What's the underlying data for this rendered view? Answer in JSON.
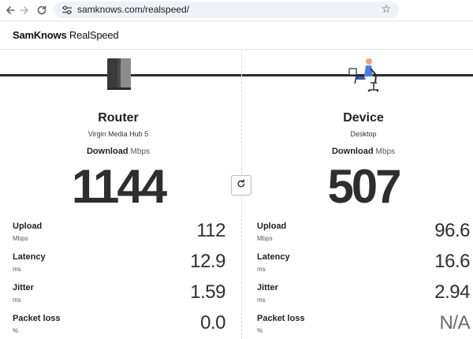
{
  "browser": {
    "url": "samknows.com/realspeed/"
  },
  "brand": {
    "name_bold": "SamKnows",
    "name_light": "RealSpeed"
  },
  "router": {
    "title": "Router",
    "subtitle": "Virgin Media Hub 5",
    "download_label": "Download",
    "download_unit": "Mbps",
    "download_value": "1144",
    "metrics": [
      {
        "label": "Upload",
        "unit": "Mbps",
        "value": "112"
      },
      {
        "label": "Latency",
        "unit": "ms",
        "value": "12.9"
      },
      {
        "label": "Jitter",
        "unit": "ms",
        "value": "1.59"
      },
      {
        "label": "Packet loss",
        "unit": "%",
        "value": "0.0"
      }
    ]
  },
  "device": {
    "title": "Device",
    "subtitle": "Desktop",
    "download_label": "Download",
    "download_unit": "Mbps",
    "download_value": "507",
    "metrics": [
      {
        "label": "Upload",
        "unit": "Mbps",
        "value": "96.6"
      },
      {
        "label": "Latency",
        "unit": "ms",
        "value": "16.6"
      },
      {
        "label": "Jitter",
        "unit": "ms",
        "value": "2.94"
      },
      {
        "label": "Packet loss",
        "unit": "%",
        "value": "N/A"
      }
    ]
  },
  "icons": {
    "back": "back-arrow-icon",
    "forward": "forward-arrow-icon",
    "reload": "reload-icon",
    "site_settings": "site-settings-icon",
    "bookmark": "star-icon",
    "refresh": "refresh-icon",
    "router": "router-icon",
    "device": "person-at-desk-icon"
  },
  "colors": {
    "text": "#2e2e2e",
    "line": "#2b2b2b",
    "omnibox": "#eef1f7",
    "device_accent": "#4a7fe0",
    "device_head": "#e8a47a"
  }
}
